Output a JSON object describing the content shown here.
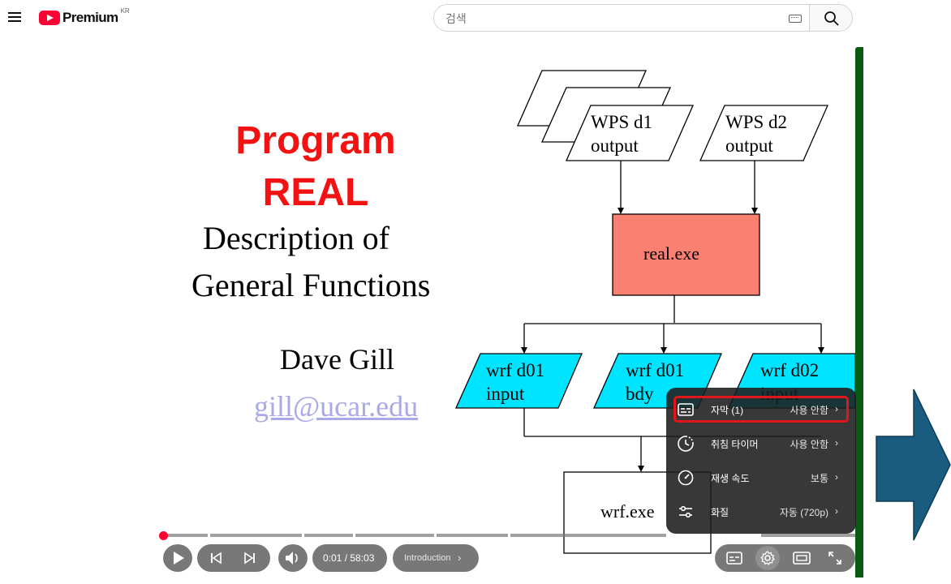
{
  "header": {
    "logo_word": "Premium",
    "logo_region": "KR",
    "search_placeholder": "검색"
  },
  "slide": {
    "title_line1": "Program",
    "title_line2": "REAL",
    "subtitle_line1": "Description of",
    "subtitle_line2": "General Functions",
    "author": "Dave Gill",
    "email": "gill@ucar.edu",
    "flow": {
      "wps_d1_line1": "WPS d1",
      "wps_d1_line2": "output",
      "wps_d2_line1": "WPS d2",
      "wps_d2_line2": "output",
      "real_exe": "real.exe",
      "wrf_d01_input_line1": "wrf d01",
      "wrf_d01_input_line2": "input",
      "wrf_d01_bdy_line1": "wrf d01",
      "wrf_d01_bdy_line2": "bdy",
      "wrf_d02_input_line1": "wrf d02",
      "wrf_d02_input_line2": "input",
      "wrf_exe": "wrf.exe"
    }
  },
  "settings_menu": [
    {
      "label": "자막 (1)",
      "value": "사용 안함",
      "icon": "subtitles-icon"
    },
    {
      "label": "취침 타이머",
      "value": "사용 안함",
      "icon": "sleep-timer-icon"
    },
    {
      "label": "재생 속도",
      "value": "보통",
      "icon": "playback-speed-icon"
    },
    {
      "label": "화질",
      "value": "자동 (720p)",
      "icon": "quality-icon"
    }
  ],
  "player": {
    "time": "0:01 / 58:03",
    "chapter": "Introduction",
    "chapter_chevron": "›",
    "progress_fraction": 0.0003
  },
  "colors": {
    "title_red": "#f21212",
    "flow_salmon": "#fa8072",
    "flow_cyan": "#00e5ff",
    "highlight_red": "#e0161a",
    "youtube_red": "#ff0033",
    "arrow_blue": "#1a5c80",
    "bar_green": "#0b5a12"
  }
}
